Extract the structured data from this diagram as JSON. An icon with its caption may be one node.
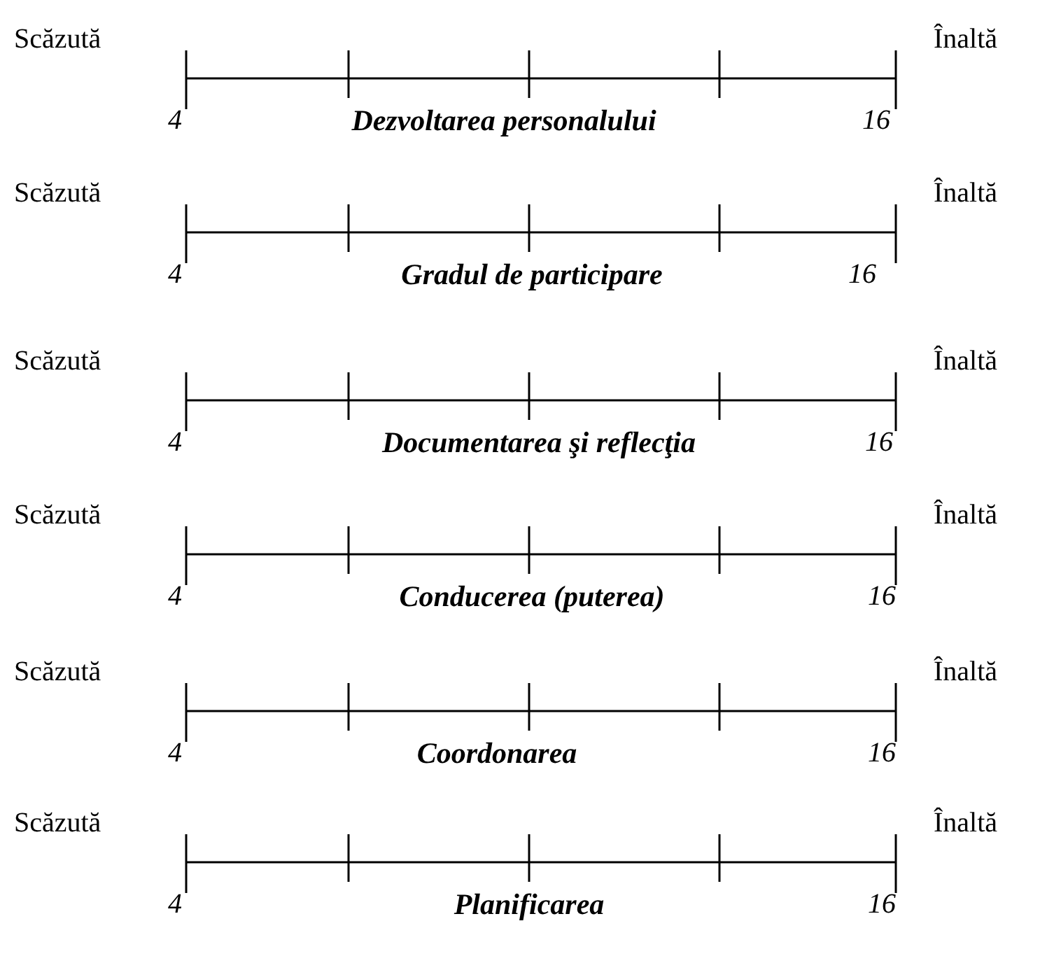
{
  "diagram": {
    "labels": [
      "Scăzută",
      "Înaltă",
      "4",
      "Dezvoltarea personalului",
      "16",
      "Scăzută",
      "Înaltă",
      "4",
      "Gradul de participare",
      "16",
      "Scăzută",
      "Înaltă",
      "4",
      "Documentarea şi reflecţia",
      "16",
      "Scăzută",
      "Înaltă",
      "4",
      "Conducerea (puterea)",
      "16",
      "Scăzută",
      "Înaltă",
      "4",
      "Coordonarea",
      "16",
      "Scăzută",
      "Înaltă",
      "4",
      "Planificarea",
      "16"
    ]
  }
}
